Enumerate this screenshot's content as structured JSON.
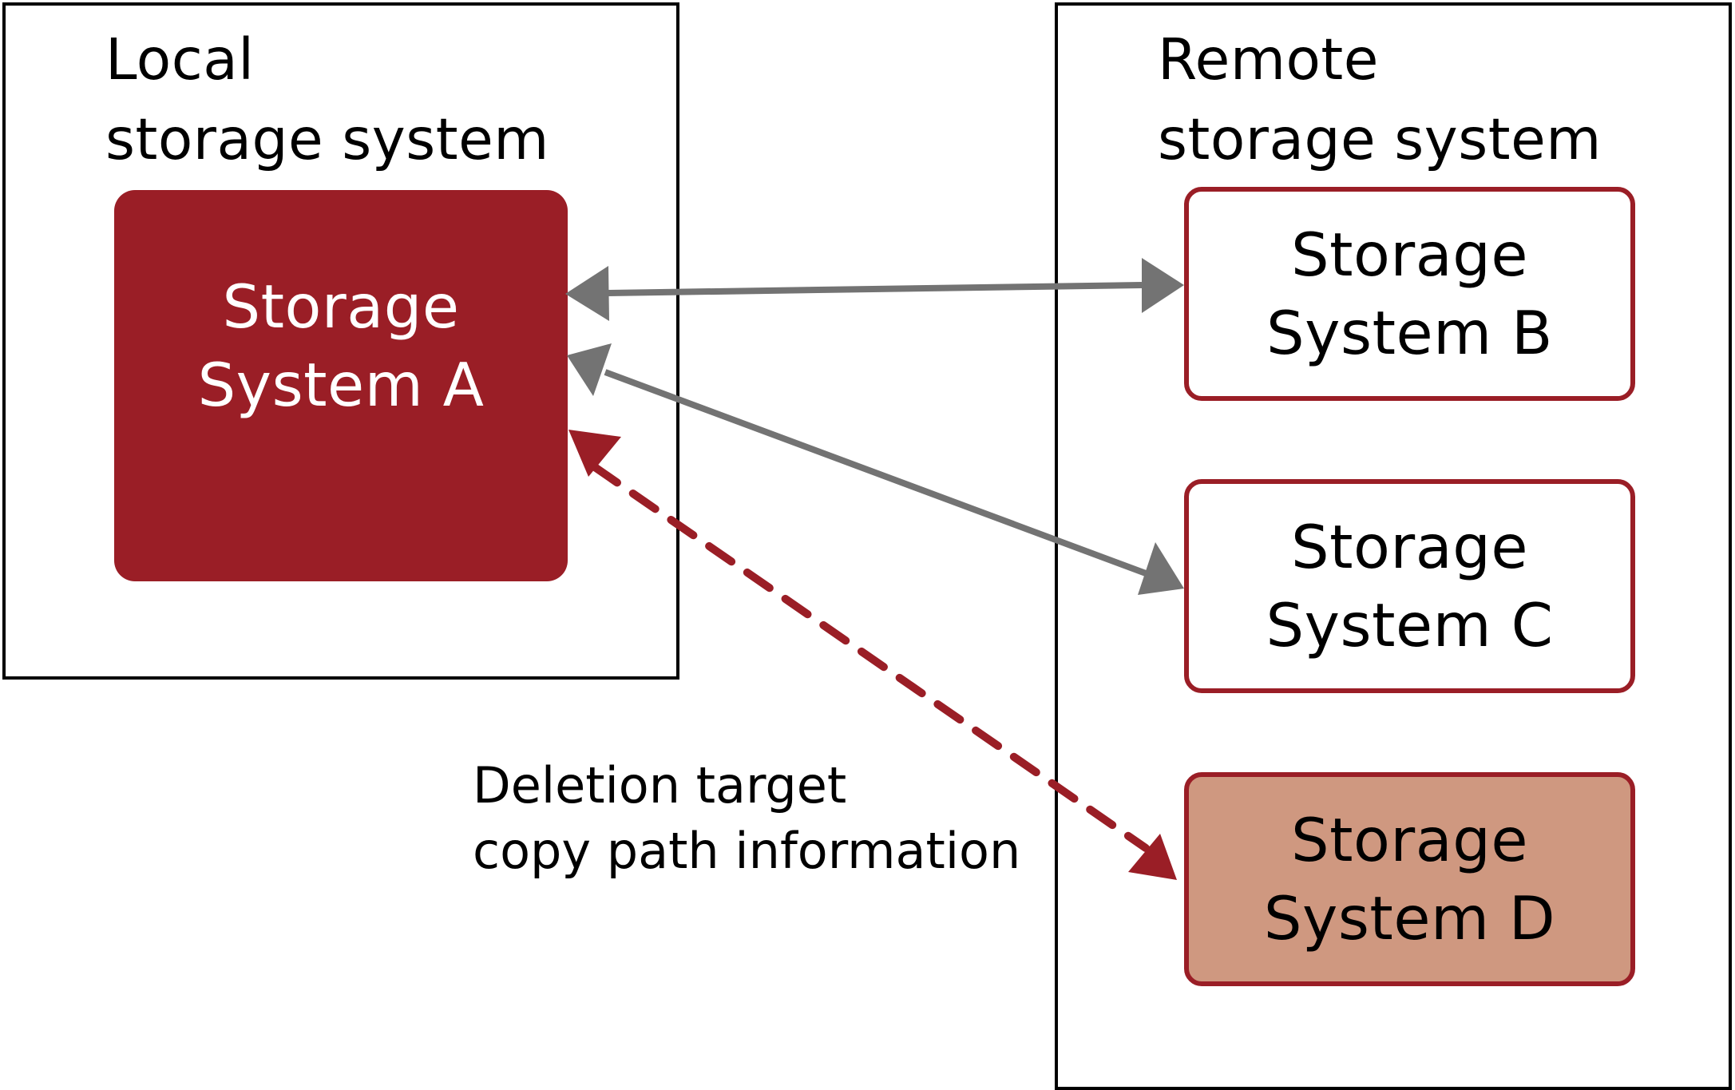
{
  "diagram": {
    "local_group": {
      "title": "Local\nstorage system"
    },
    "remote_group": {
      "title": "Remote\nstorage system"
    },
    "nodes": {
      "a": {
        "label": "Storage\nSystem A",
        "fill": "#9a1e26",
        "text_color": "#ffffff"
      },
      "b": {
        "label": "Storage\nSystem B",
        "fill": "#ffffff",
        "border": "#9a1e26"
      },
      "c": {
        "label": "Storage\nSystem C",
        "fill": "#ffffff",
        "border": "#9a1e26"
      },
      "d": {
        "label": "Storage\nSystem D",
        "fill": "#cf9880",
        "border": "#9a1e26"
      }
    },
    "edges": [
      {
        "from": "a",
        "to": "b",
        "style": "solid",
        "direction": "both",
        "color": "#737373"
      },
      {
        "from": "a",
        "to": "c",
        "style": "solid",
        "direction": "both",
        "color": "#737373"
      },
      {
        "from": "a",
        "to": "d",
        "style": "dashed",
        "direction": "both",
        "color": "#9a1e26"
      }
    ],
    "caption": "Deletion target\ncopy path information"
  }
}
